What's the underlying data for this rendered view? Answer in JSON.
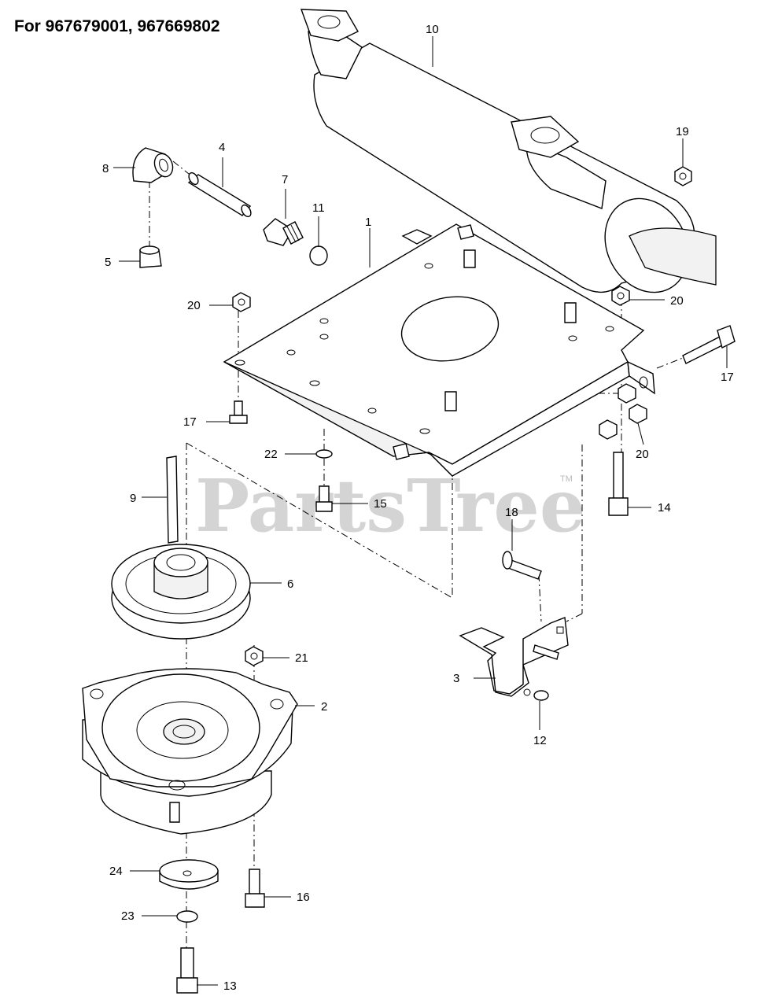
{
  "title": "For 967679001, 967669802",
  "watermark": {
    "text": "PartsTree",
    "tm": "TM"
  },
  "callouts": {
    "c1": "1",
    "c2": "2",
    "c3": "3",
    "c4": "4",
    "c5": "5",
    "c6": "6",
    "c7": "7",
    "c8": "8",
    "c9": "9",
    "c10": "10",
    "c11": "11",
    "c12": "12",
    "c13": "13",
    "c14": "14",
    "c15": "15",
    "c16": "16",
    "c17a": "17",
    "c17b": "17",
    "c18": "18",
    "c19": "19",
    "c20a": "20",
    "c20b": "20",
    "c20c": "20",
    "c21": "21",
    "c22": "22",
    "c23": "23",
    "c24": "24"
  }
}
